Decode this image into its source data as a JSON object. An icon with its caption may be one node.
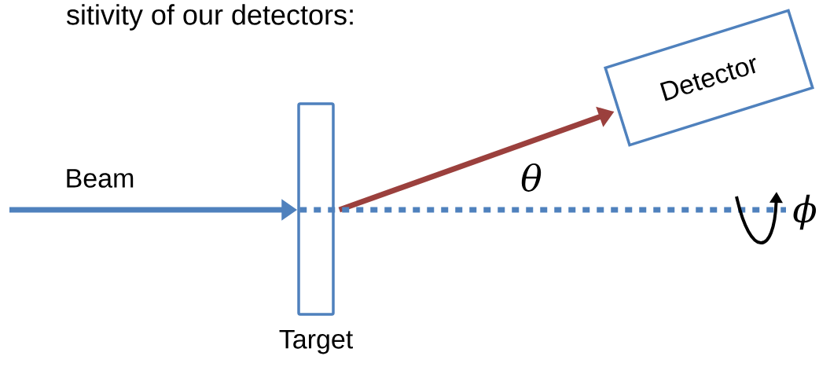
{
  "diagram": {
    "nodes": [
      {
        "text": [
          "Target"
        ]
      },
      {
        "text": [
          "Detector"
        ]
      }
    ],
    "edges": [
      {
        "from": null,
        "to": 0,
        "arrow": "to",
        "label": "Beam"
      },
      {
        "from": 0,
        "to": 1,
        "arrow": "to",
        "color": "#9b403d"
      },
      {
        "from": 0,
        "to": null,
        "arrow": "none",
        "style": "dashed"
      }
    ],
    "labels": [
      "sitivity of our detectors:",
      "θ",
      "ϕ"
    ]
  }
}
